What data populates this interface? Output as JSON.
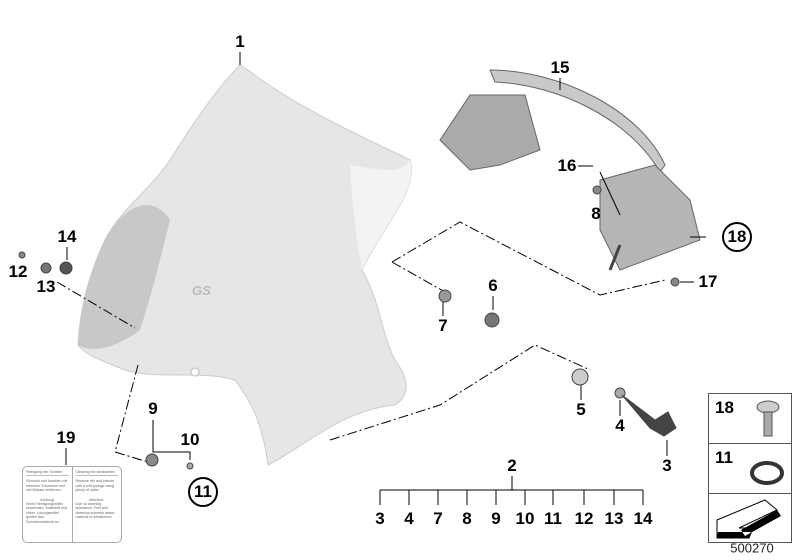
{
  "diagram_id": "500270",
  "callouts": {
    "windscreen": "1",
    "bracket": "15",
    "screw_16": "16",
    "nut_8": "8",
    "screw_18": "18",
    "part_17": "17",
    "part_14": "14",
    "screw_12": "12",
    "washer_13": "13",
    "part_6": "6",
    "part_7": "7",
    "part_5": "5",
    "part_4": "4",
    "knob_3": "3",
    "part_9": "9",
    "part_10": "10",
    "oring_11": "11",
    "sticker_19": "19",
    "kit_2": "2"
  },
  "kit_parts": [
    "3",
    "4",
    "7",
    "8",
    "9",
    "10",
    "11",
    "12",
    "13",
    "14"
  ],
  "kit_box": {
    "screw": "18",
    "oring": "11"
  },
  "sticker": {
    "de_title": "Reinigung der Scheibe",
    "de_text": "Schmutz und Insekten mit weichem Schwamm und viel Wasser entfernen.",
    "de_warn_title": "Achtung!",
    "de_warn": "Keine Reinigungsmittel verwenden. Kraftstoff und chem. Lösungsmittel greifen das Scheibenmaterial an.",
    "en_title": "Cleaning the windscreen",
    "en_text": "Remove dirt and insects with a soft sponge using plenty of water.",
    "en_warn_title": "Attention:",
    "en_warn": "Use no cleaning substance. Fuel and chemical solvents attack material of windscreen."
  },
  "screen_logo": "GS"
}
